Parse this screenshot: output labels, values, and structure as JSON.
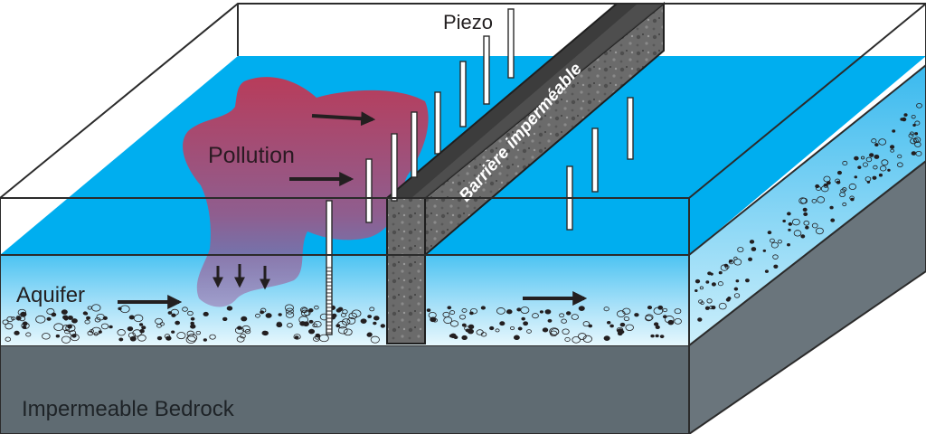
{
  "labels": {
    "piezo": "Piezo",
    "pollution": "Pollution",
    "barrier": "Barrière imperméable",
    "aquifer": "Aquifer",
    "bedrock": "Impermeable Bedrock"
  },
  "colors": {
    "water": "#00aeef",
    "aquifer_top": "#4cc3f2",
    "aquifer_bottom": "#e6f7fd",
    "bedrock_front": "#5f6b72",
    "bedrock_side": "#6a757c",
    "pollution_top": "#c8324d",
    "pollution_bottom": "#9b6aa8",
    "barrier": "#6b6b6b",
    "arrow": "#231f20"
  }
}
